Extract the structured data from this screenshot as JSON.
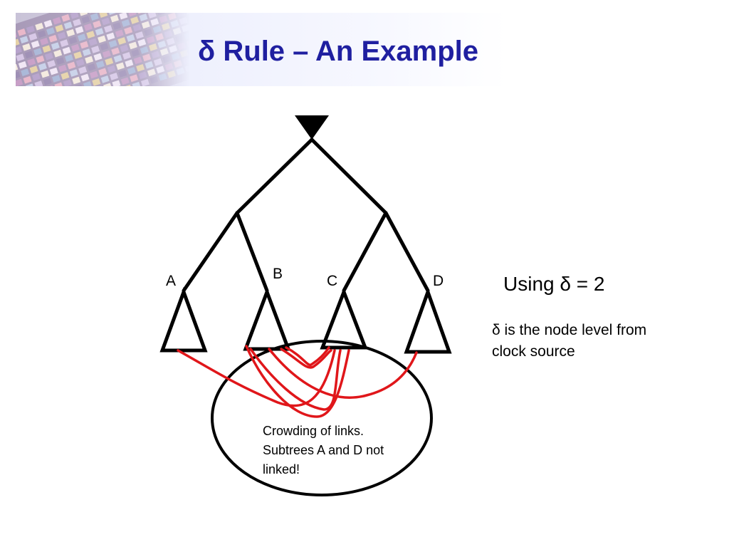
{
  "slide": {
    "title": "δ Rule – An Example"
  },
  "diagram": {
    "clock_source_symbol": "clock-source-triangle",
    "subtrees": [
      {
        "id": "A",
        "label": "A"
      },
      {
        "id": "B",
        "label": "B"
      },
      {
        "id": "C",
        "label": "C"
      },
      {
        "id": "D",
        "label": "D"
      }
    ],
    "link_color": "#e0161a",
    "tree_color": "#000000"
  },
  "annotations": {
    "using": "Using  δ = 2",
    "delta_description": "δ is the node level from clock source",
    "crowding_note": "Crowding of links. Subtrees A and D not linked!"
  },
  "colors": {
    "title": "#1f1fa0",
    "header_gradient_start": "#e7e9fb"
  }
}
